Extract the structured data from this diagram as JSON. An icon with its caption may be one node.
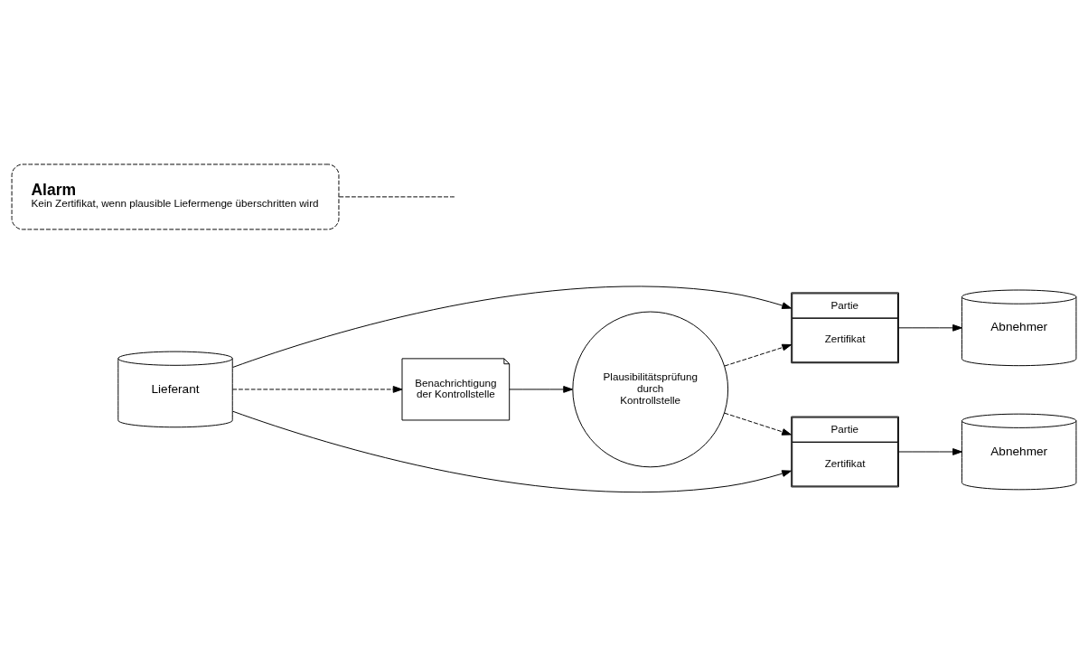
{
  "diagram": {
    "nodes": [
      {
        "text": [
          "Lieferant"
        ]
      },
      {
        "text": [
          "Partie",
          "Zertifikat"
        ]
      },
      {
        "text": [
          "Abnehmer"
        ]
      },
      {
        "text": [
          "Benachrichtigung der Kontrollstelle"
        ]
      },
      {
        "text": [
          "Partie",
          "Zertifikat"
        ]
      },
      {
        "text": [
          "Abnehmer"
        ]
      },
      {
        "text": [
          "Plausibilitätsprüfung durch Kontrollstelle"
        ]
      },
      {
        "text": [
          "Alarm",
          "Kein Zertifikat, wenn plausible Liefermenge überschritten wird"
        ]
      }
    ],
    "edges": [
      {
        "from": 0,
        "to": 1,
        "arrow": "to"
      },
      {
        "from": 0,
        "to": 4,
        "arrow": "to"
      },
      {
        "from": 1,
        "to": 2,
        "arrow": "to"
      },
      {
        "from": 4,
        "to": 5,
        "arrow": "to"
      },
      {
        "from": 0,
        "to": 3,
        "arrow": "to",
        "style": "dashed"
      },
      {
        "from": 3,
        "to": 6,
        "arrow": "to"
      },
      {
        "from": 6,
        "to": 1,
        "arrow": "to",
        "style": "dashed"
      },
      {
        "from": 6,
        "to": 4,
        "arrow": "to",
        "style": "dashed"
      },
      {
        "from": 7,
        "to": null,
        "arrow": "none",
        "style": "dashed"
      }
    ]
  }
}
